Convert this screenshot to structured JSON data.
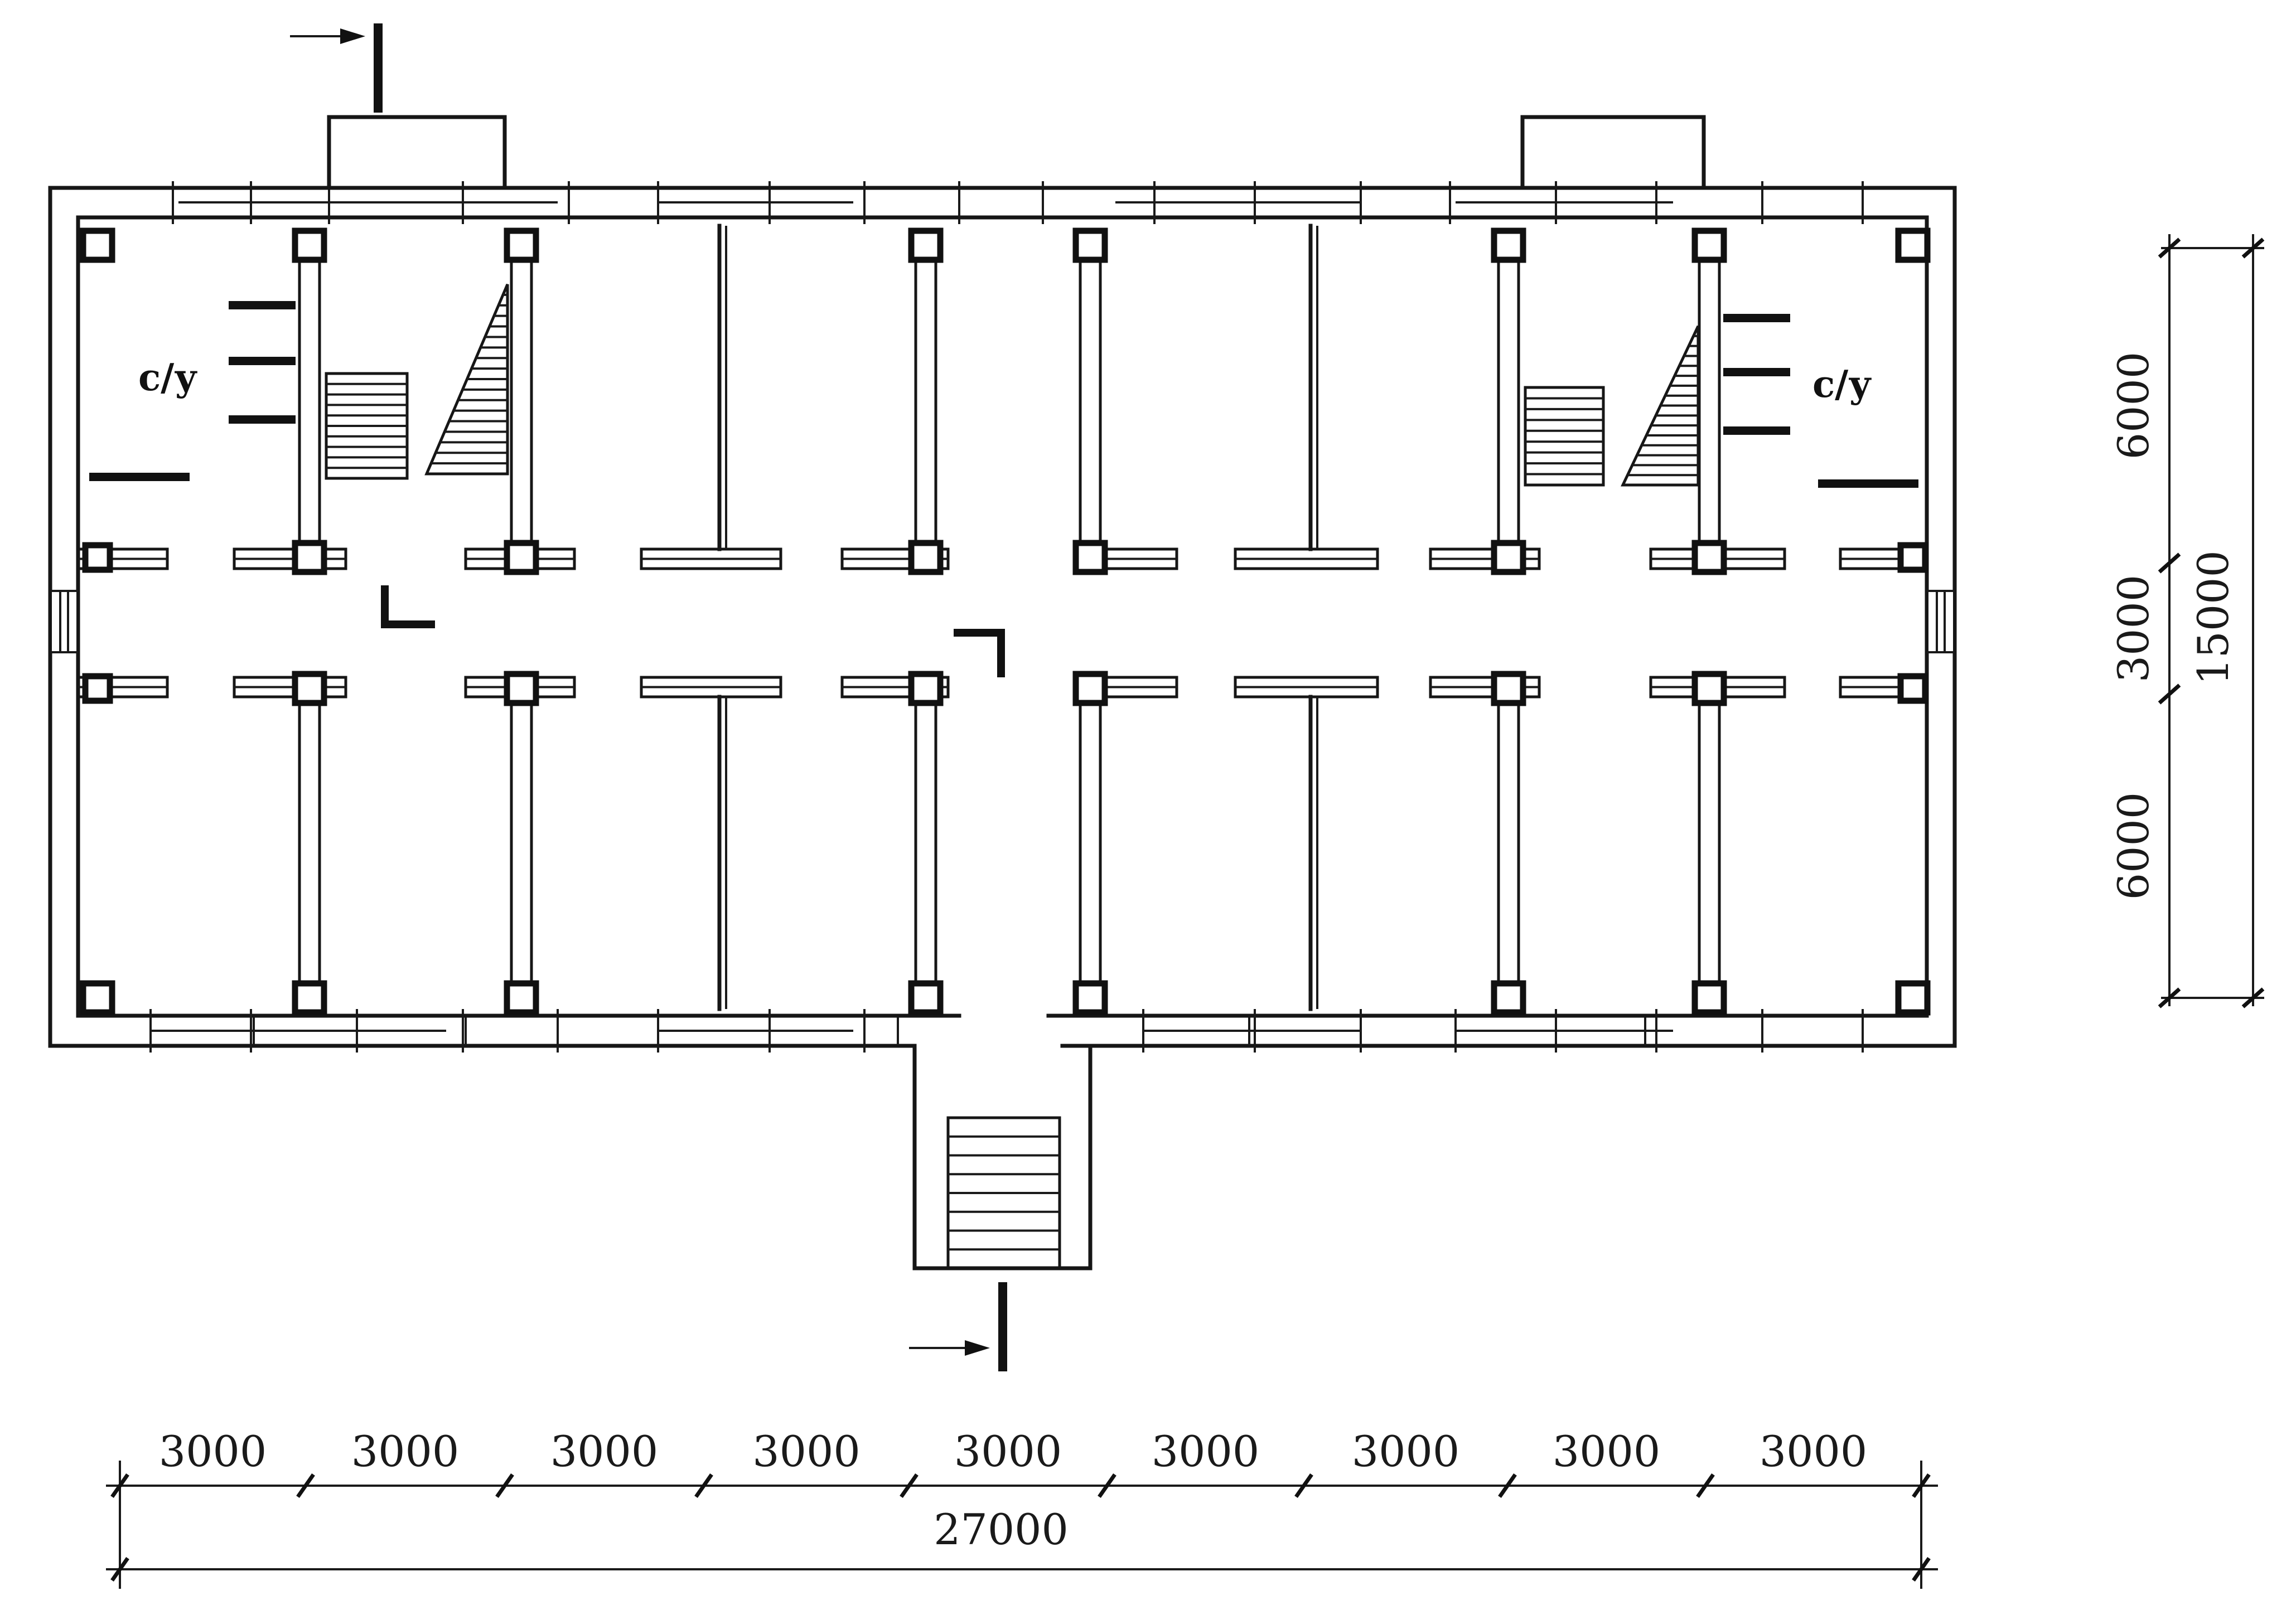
{
  "plan": {
    "room_label_left": "с/у",
    "room_label_right": "с/у",
    "section_mark": "I"
  },
  "dimensions": {
    "horizontal": {
      "spans": [
        "3000",
        "3000",
        "3000",
        "3000",
        "3000",
        "3000",
        "3000",
        "3000",
        "3000"
      ],
      "total": "27000"
    },
    "vertical": {
      "spans": [
        "6000",
        "3000",
        "6000"
      ],
      "total": "15000"
    }
  },
  "colors": {
    "line": "#161616",
    "background": "#ffffff"
  },
  "icons": [
    "section-arrow-icon",
    "stair-icon",
    "axis-tick-icon"
  ]
}
